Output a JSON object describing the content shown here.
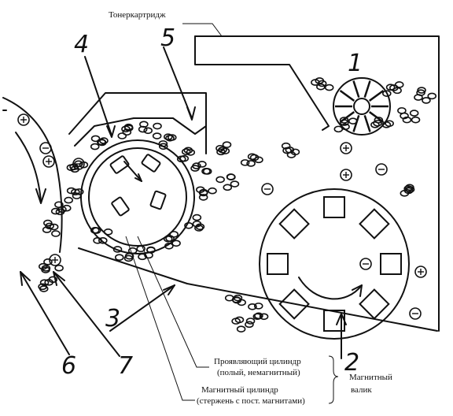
{
  "labels": {
    "toner_cartridge": "Тонеркартридж",
    "dev_cyl_line1": "Проявляющий цилиндр",
    "dev_cyl_line2": "(полый, немагнитный)",
    "mag_cyl_line1": "Магнитный цилиндр",
    "mag_cyl_line2": "(стержень с пост. магнитами)",
    "mag_roller_line1": "Магнитный",
    "mag_roller_line2": "валик"
  },
  "numbers": {
    "n1": "1",
    "n2": "2",
    "n3": "3",
    "n4": "4",
    "n5": "5",
    "n6": "6",
    "n7": "7"
  }
}
